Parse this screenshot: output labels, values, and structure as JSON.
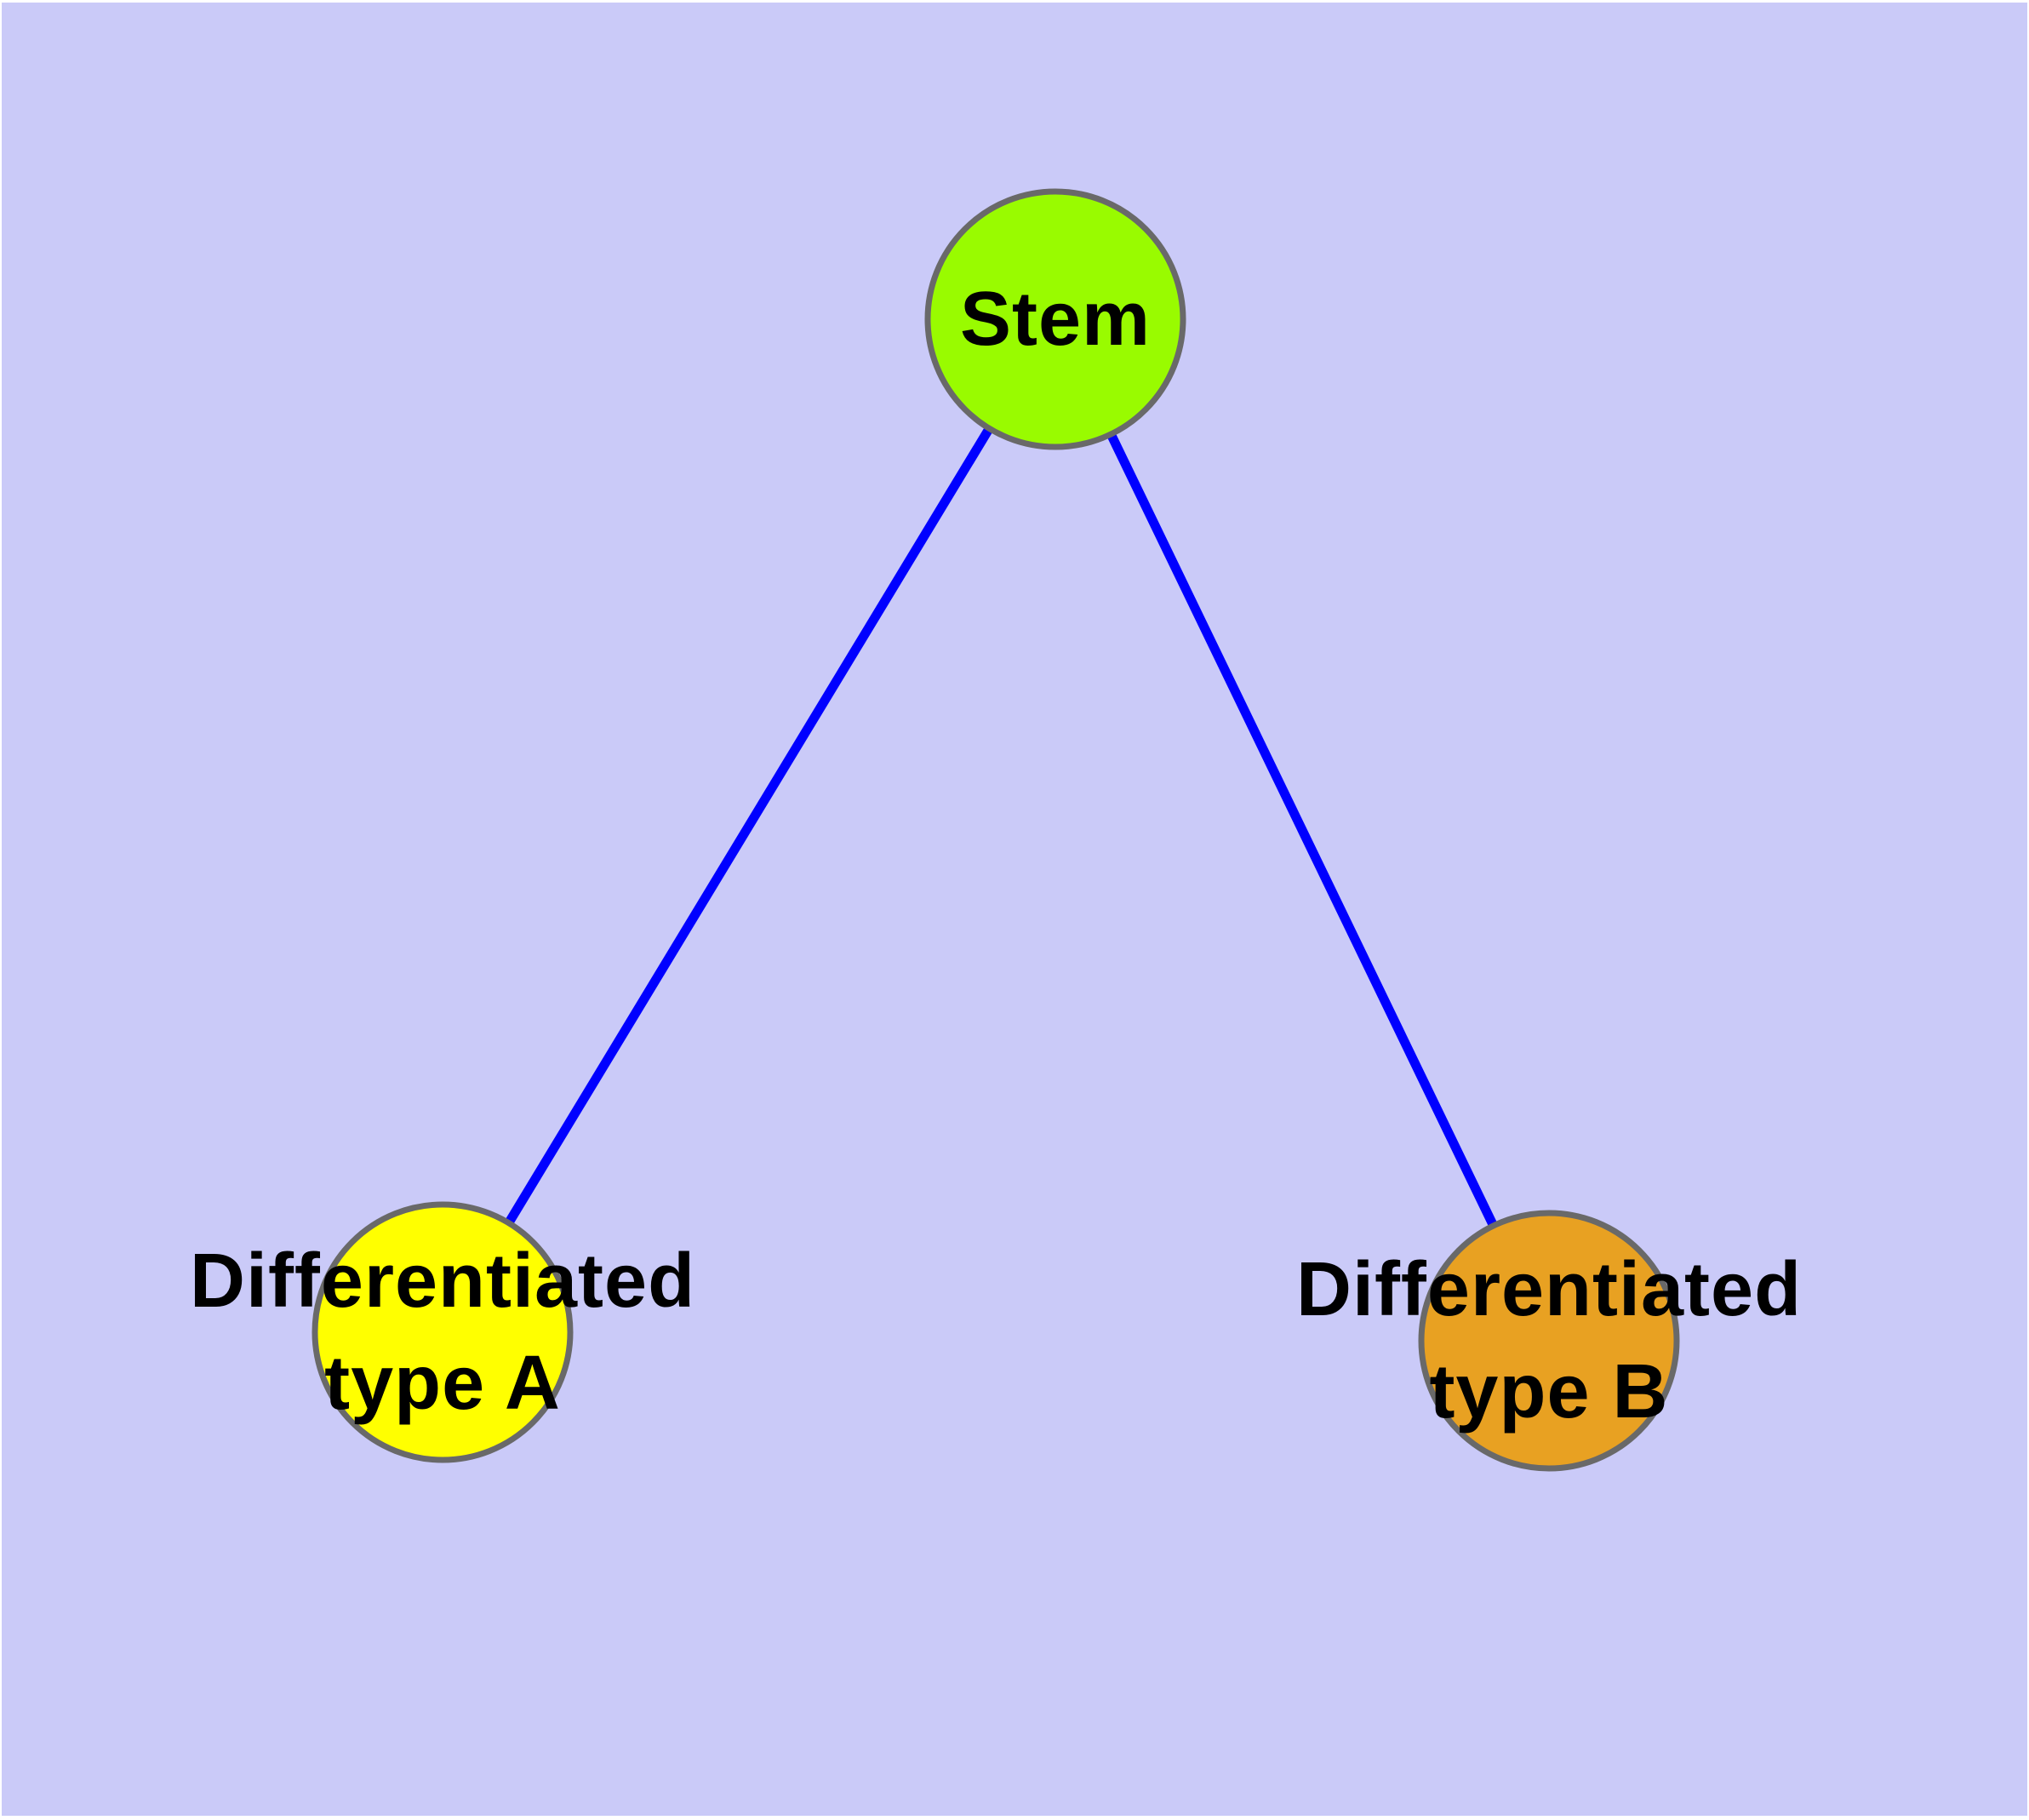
{
  "figure": {
    "background_color": "#CACAF8",
    "outer_margin_color": "#FFFFFF"
  },
  "graph": {
    "type": "node-link-diagram",
    "edge_color": "#0000FF",
    "node_border_color": "#696969",
    "label_color": "#000000",
    "nodes": {
      "stem": {
        "label": "Stem",
        "color": "#99FB00"
      },
      "type_a": {
        "label": "Differentiated\ntype A",
        "color": "#FFFF00"
      },
      "type_b": {
        "label": "Differentiated\ntype B",
        "color": "#E8A122"
      }
    },
    "edges": [
      {
        "from": "Stem",
        "to": "Differentiated type A"
      },
      {
        "from": "Stem",
        "to": "Differentiated type B"
      }
    ]
  }
}
